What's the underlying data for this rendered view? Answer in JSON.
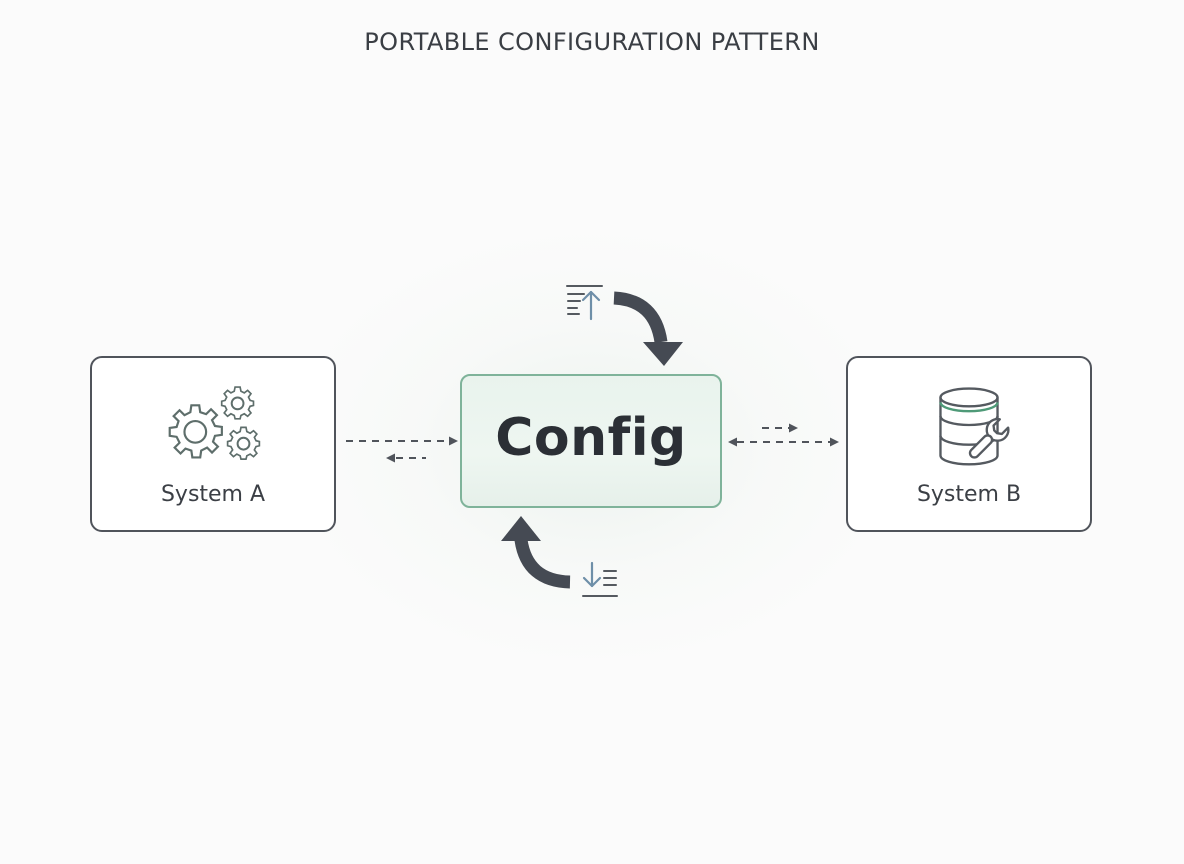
{
  "title": "PORTABLE CONFIGURATION PATTERN",
  "nodes": {
    "system_a": {
      "label": "System A",
      "icon": "gears-icon"
    },
    "config": {
      "label": "Config"
    },
    "system_b": {
      "label": "System B",
      "icon": "database-wrench-icon"
    }
  },
  "icons": {
    "export": "export-list-icon",
    "import": "import-list-icon"
  },
  "colors": {
    "border": "#50545b",
    "config_border": "#7fb39a",
    "config_fill": "#eaf3ee",
    "icon_stroke": "#5a6b68",
    "accent_green": "#4f9a78",
    "accent_blue": "#6e8fa8",
    "arrow": "#454a53"
  }
}
